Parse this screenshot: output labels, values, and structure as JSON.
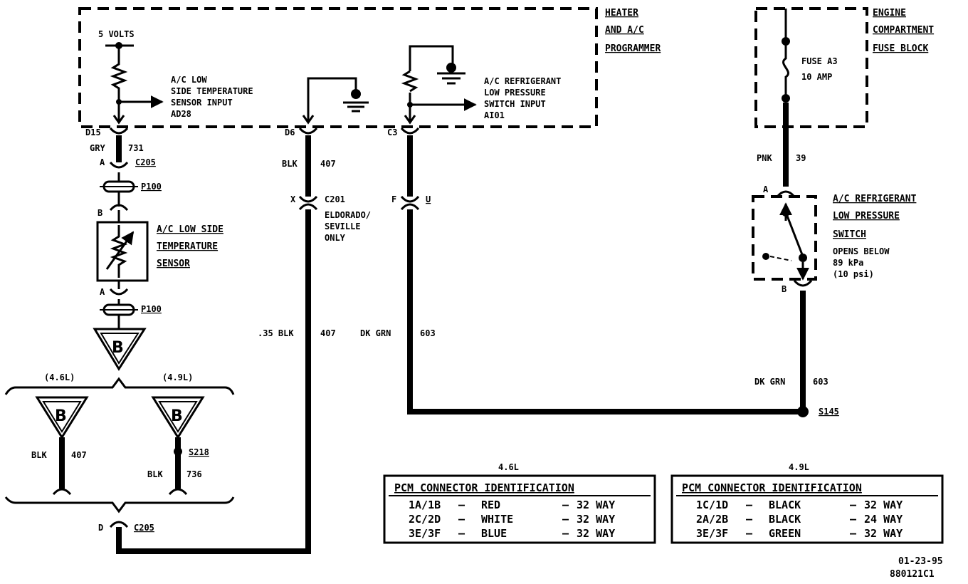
{
  "modules": {
    "heater_programmer": [
      "HEATER",
      "AND A/C",
      "PROGRAMMER"
    ],
    "fuse_block": [
      "ENGINE",
      "COMPARTMENT",
      "FUSE BLOCK"
    ]
  },
  "sensor_supply": "5 VOLTS",
  "low_side_input": [
    "A/C LOW",
    "SIDE TEMPERATURE",
    "SENSOR INPUT",
    "AD28"
  ],
  "pressure_input": [
    "A/C REFRIGERANT",
    "LOW PRESSURE",
    "SWITCH INPUT",
    "AI01"
  ],
  "fuse": [
    "FUSE A3",
    "10 AMP"
  ],
  "pins": {
    "d15": "D15",
    "d6": "D6",
    "c3": "C3",
    "a": "A",
    "b": "B",
    "x": "X",
    "f": "F",
    "u": "U",
    "d": "D"
  },
  "connectors": {
    "c205": "C205",
    "c201": "C201",
    "p100": "P100",
    "s218": "S218",
    "s145": "S145"
  },
  "c201_note": [
    "ELDORADO/",
    "SEVILLE",
    "ONLY"
  ],
  "wires": {
    "gry_731": [
      "GRY",
      "731"
    ],
    "blk_407": [
      "BLK",
      "407"
    ],
    "blk_407_35": [
      ".35 BLK",
      "407"
    ],
    "dkgrn_603": [
      "DK GRN",
      "603"
    ],
    "pnk_39": [
      "PNK",
      "39"
    ],
    "blk_736": [
      "BLK",
      "736"
    ]
  },
  "temp_sensor": [
    "A/C LOW SIDE",
    "TEMPERATURE",
    "SENSOR"
  ],
  "pressure_switch": [
    "A/C REFRIGERANT",
    "LOW PRESSURE",
    "SWITCH",
    "OPENS BELOW",
    "89 kPa",
    "(10 psi)"
  ],
  "ground_ref": "B",
  "engines": {
    "e46": "(4.6L)",
    "e49": "(4.9L)"
  },
  "tables": [
    {
      "engine": "4.6L",
      "title": "PCM CONNECTOR IDENTIFICATION",
      "rows": [
        {
          "id": "1A/1B",
          "color": "RED",
          "ways": "32 WAY"
        },
        {
          "id": "2C/2D",
          "color": "WHITE",
          "ways": "32 WAY"
        },
        {
          "id": "3E/3F",
          "color": "BLUE",
          "ways": "32 WAY"
        }
      ]
    },
    {
      "engine": "4.9L",
      "title": "PCM CONNECTOR IDENTIFICATION",
      "rows": [
        {
          "id": "1C/1D",
          "color": "BLACK",
          "ways": "32 WAY"
        },
        {
          "id": "2A/2B",
          "color": "BLACK",
          "ways": "24 WAY"
        },
        {
          "id": "3E/3F",
          "color": "GREEN",
          "ways": "32 WAY"
        }
      ]
    }
  ],
  "footer": {
    "date": "01-23-95",
    "code": "880121C1"
  }
}
